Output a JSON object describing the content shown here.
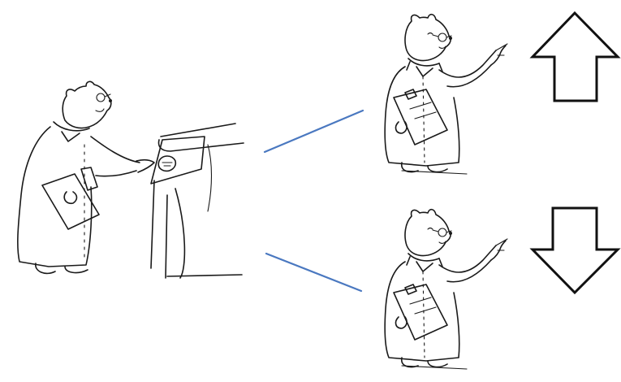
{
  "colors": {
    "background": "#ffffff",
    "ink": "#1a1a1a",
    "branch_line": "#4a78c0",
    "arrow_fill": "#ffffff",
    "arrow_stroke": "#111111"
  },
  "icons": {
    "left_figure": "bear-scientist-pressing-button",
    "machine": "control-machine",
    "top_figure": "bear-scientist-pointing",
    "bottom_figure": "bear-scientist-pointing",
    "up_arrow": "up-arrow-icon",
    "down_arrow": "down-arrow-icon"
  }
}
